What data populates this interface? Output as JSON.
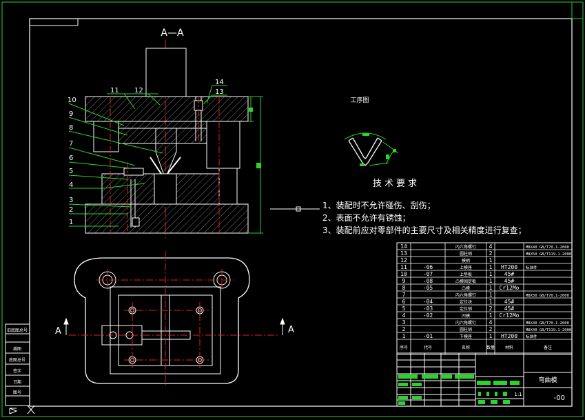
{
  "drawing": {
    "section_label": "A—A",
    "cut_mark": "A",
    "process_title": "工序图",
    "tech_title": "技术要求",
    "requirements": [
      "1、装配时不允许碰伤、刮伤；",
      "2、表面不允许有锈蚀；",
      "3、装配前应对零部件的主要尺寸及相关精度进行复查；"
    ],
    "balloons": [
      "1",
      "2",
      "3",
      "4",
      "5",
      "6",
      "7",
      "8",
      "9",
      "10",
      "11",
      "12",
      "13",
      "14"
    ],
    "part_name": "弯曲模",
    "drawing_no": "-00",
    "scale": "1:1"
  },
  "bom": {
    "rows": [
      {
        "no": "14",
        "code": "",
        "name": "内六角螺钉",
        "qty": "4",
        "mat": "",
        "note": "M8X40 GB/T70.1-2000"
      },
      {
        "no": "13",
        "code": "",
        "name": "圆柱销",
        "qty": "2",
        "mat": "",
        "note": "M8X50 GB/T119.1-2000"
      },
      {
        "no": "12",
        "code": "",
        "name": "模柄",
        "qty": "1",
        "mat": "",
        "note": ""
      },
      {
        "no": "11",
        "code": "-06",
        "name": "上模座",
        "qty": "1",
        "mat": "HT200",
        "note": "标准件"
      },
      {
        "no": "10",
        "code": "-07",
        "name": "上垫板",
        "qty": "1",
        "mat": "45#",
        "note": ""
      },
      {
        "no": "9",
        "code": "-08",
        "name": "凸模固定板",
        "qty": "1",
        "mat": "45#",
        "note": ""
      },
      {
        "no": "8",
        "code": "-05",
        "name": "凸模",
        "qty": "1",
        "mat": "Cr12Mo",
        "note": ""
      },
      {
        "no": "7",
        "code": "",
        "name": "内六角螺钉",
        "qty": "1",
        "mat": "",
        "note": "M8X30 GB/T70.1-2000"
      },
      {
        "no": "6",
        "code": "-04",
        "name": "定位块",
        "qty": "1",
        "mat": "45#",
        "note": ""
      },
      {
        "no": "5",
        "code": "-03",
        "name": "定位销",
        "qty": "2",
        "mat": "45#",
        "note": ""
      },
      {
        "no": "4",
        "code": "-02",
        "name": "凹模",
        "qty": "1",
        "mat": "Cr12Mo",
        "note": ""
      },
      {
        "no": "3",
        "code": "",
        "name": "内六角螺钉",
        "qty": "4",
        "mat": "",
        "note": "M8X40 GB/T70.1-2000"
      },
      {
        "no": "2",
        "code": "",
        "name": "圆柱销",
        "qty": "2",
        "mat": "",
        "note": "M8X40 GB/T119.1-2000"
      },
      {
        "no": "1",
        "code": "-01",
        "name": "下模座",
        "qty": "1",
        "mat": "HT200",
        "note": "标准件"
      }
    ],
    "header": {
      "no": "序号",
      "code": "代号",
      "name": "名称",
      "qty": "数量",
      "mat": "材料",
      "note": "备注"
    }
  },
  "side_labels": [
    "底图总号",
    "签字",
    "日期",
    "图号",
    "描图",
    "旧底图总号"
  ]
}
